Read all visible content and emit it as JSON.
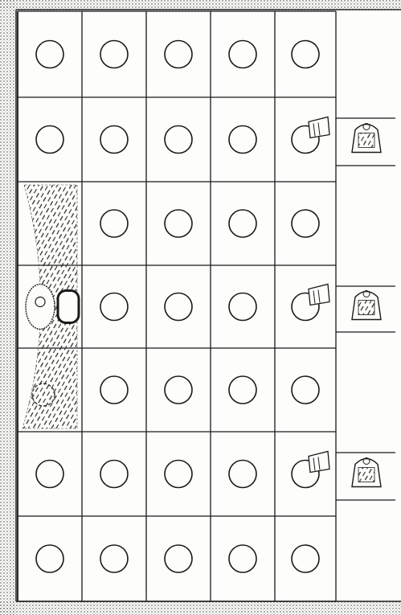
{
  "board": {
    "rows": 7,
    "cols": 5,
    "cells": [
      [
        "circle",
        "circle",
        "circle",
        "circle",
        "circle"
      ],
      [
        "circle",
        "circle",
        "circle",
        "circle",
        "circle-with-flag"
      ],
      [
        "terrain",
        "circle",
        "circle",
        "circle",
        "circle"
      ],
      [
        "terrain-fortress",
        "circle",
        "circle",
        "circle",
        "circle-with-flag"
      ],
      [
        "terrain",
        "circle",
        "circle",
        "circle",
        "circle"
      ],
      [
        "circle",
        "circle",
        "circle",
        "circle",
        "circle-with-flag"
      ],
      [
        "circle",
        "circle",
        "circle",
        "circle",
        "circle"
      ]
    ],
    "side_figures_on_rows": [
      1,
      3,
      5
    ],
    "ink_color": "#1a1a1a",
    "paper_color": "#fdfdfb",
    "hatch_color": "#2a2a2a"
  },
  "icons": {
    "cell_marker": "circle-icon",
    "flag": "flag-icon",
    "side_piece": "figure-icon",
    "terrain": "hatched-terrain",
    "fortress": "fortress-icon"
  }
}
